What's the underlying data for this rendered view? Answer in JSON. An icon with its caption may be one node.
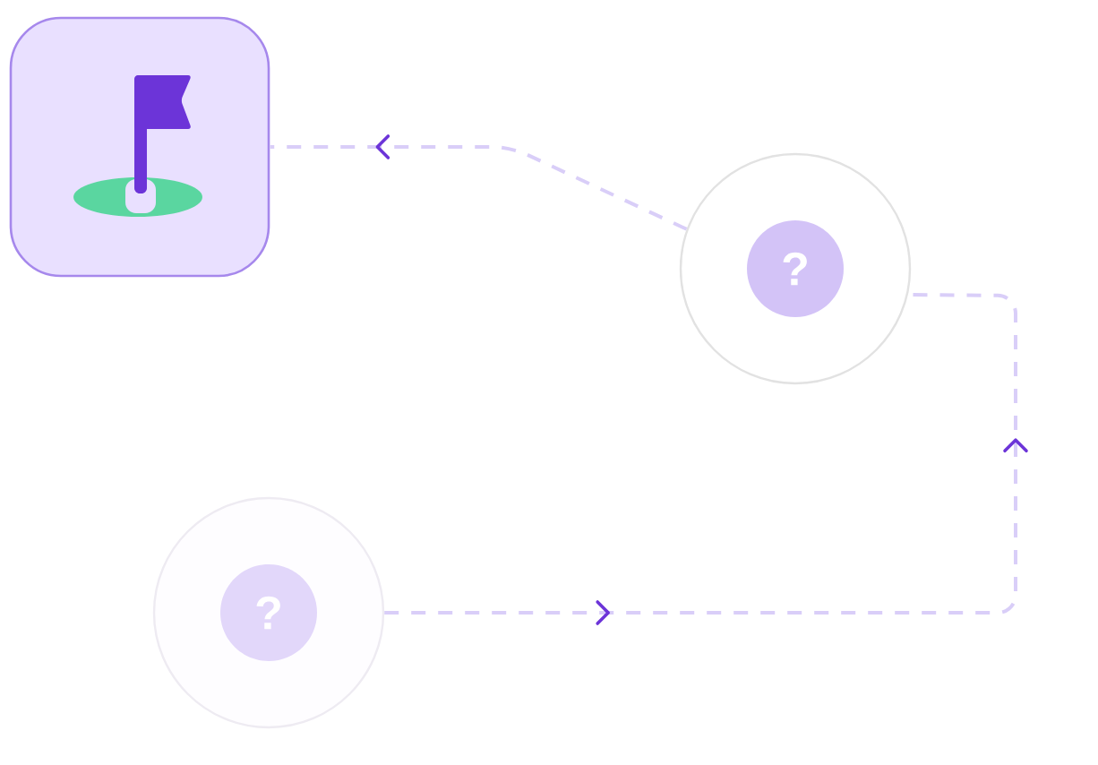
{
  "diagram": {
    "nodes": [
      {
        "text": [],
        "shape": "box"
      },
      {
        "text": [
          "?"
        ]
      },
      {
        "text": [
          "?"
        ]
      }
    ],
    "edges": [
      {
        "from": 2,
        "to": 1,
        "arrow": "to",
        "style": "dashed"
      },
      {
        "from": 1,
        "to": 0,
        "arrow": "to",
        "style": "dashed"
      }
    ]
  }
}
